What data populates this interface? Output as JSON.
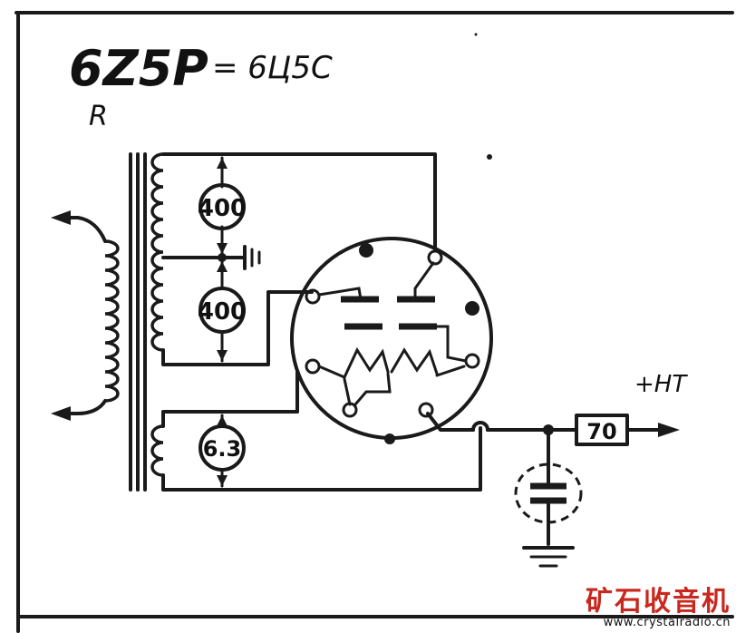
{
  "tube": {
    "type": "6Z5P",
    "equivalent": "= 6Ц5С",
    "suffix": "R"
  },
  "windings": {
    "hv_upper": "400",
    "hv_lower": "400",
    "heater": "6.3"
  },
  "output": {
    "resistor": "70",
    "label": "+HT"
  },
  "watermark": {
    "name": "矿石收音机",
    "url": "www.crystalradio.cn"
  }
}
